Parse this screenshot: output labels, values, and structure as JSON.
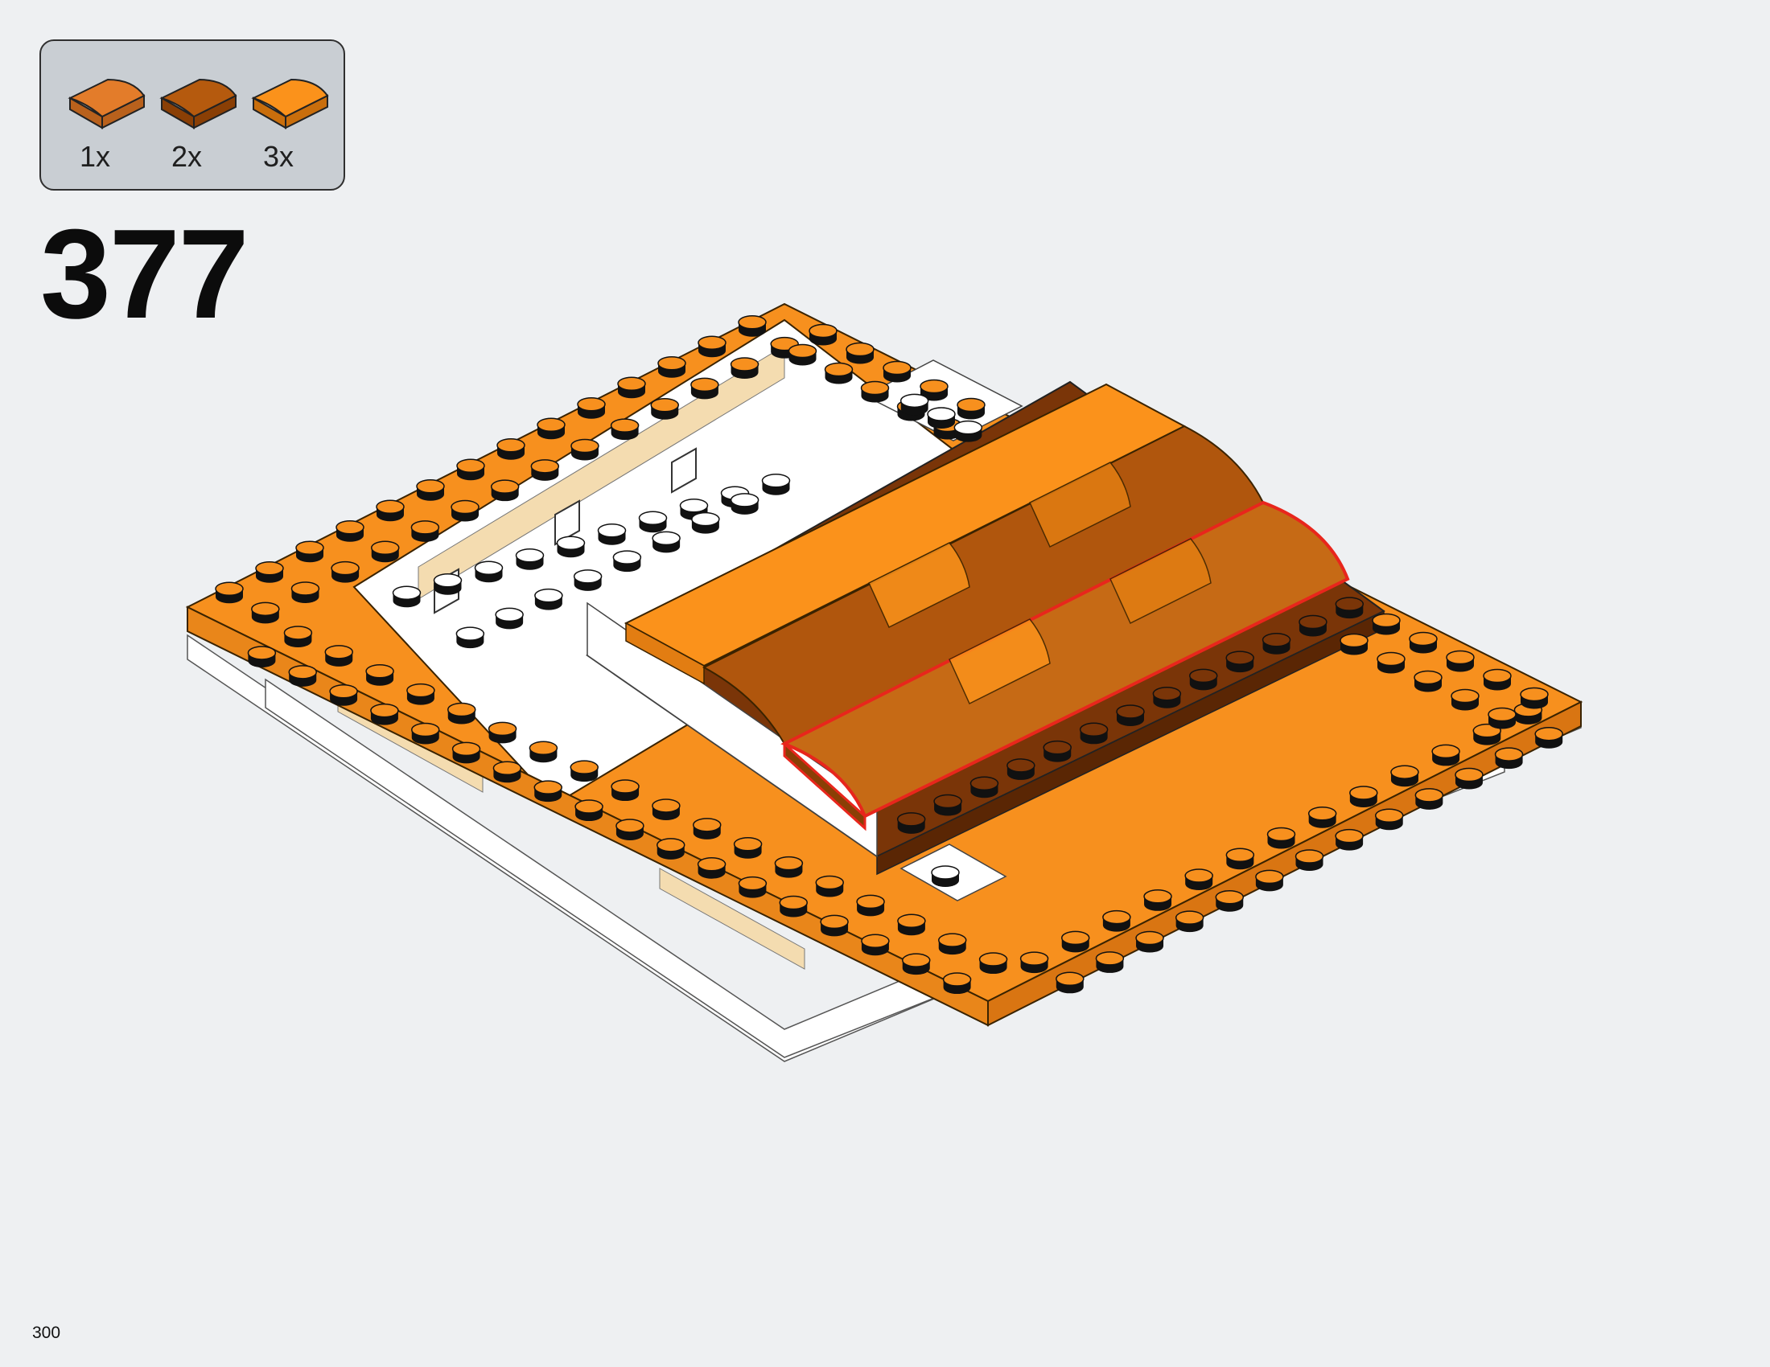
{
  "parts": [
    {
      "qty": "1x",
      "color": "#e37c2a",
      "shade": "#b9611c"
    },
    {
      "qty": "2x",
      "color": "#b55a0e",
      "shade": "#8a3f05"
    },
    {
      "qty": "3x",
      "color": "#fb921b",
      "shade": "#c96e0c"
    }
  ],
  "step": "377",
  "page": "300",
  "colors": {
    "plate_orange": "#f7901e",
    "stud_top": "#f7901e",
    "dark_brown": "#7a3508",
    "medium_brown": "#b0560d",
    "highlight": "#e8261c",
    "tan": "#f4dcb0"
  }
}
